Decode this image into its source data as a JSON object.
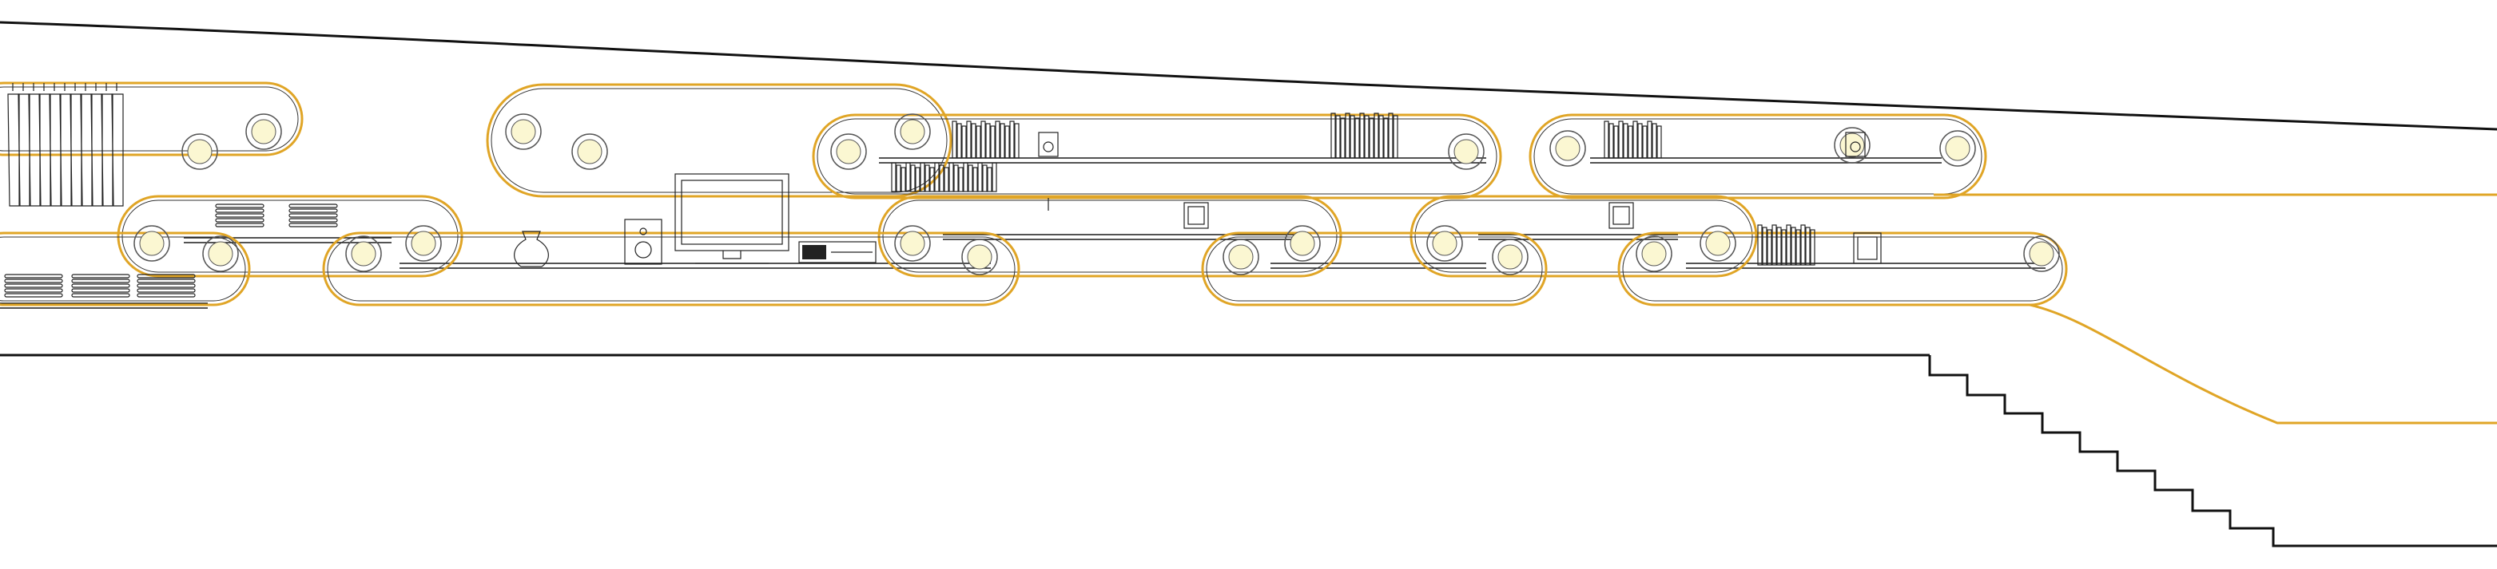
{
  "colors": {
    "line": "#111111",
    "belt": "#e0a526",
    "lamp_fill": "#fbf7d2",
    "lamp_stroke": "#555555",
    "paper": "#ffffff"
  },
  "elements": {
    "roof_line": "roof-profile",
    "floor_line": "floor-profile",
    "staircase": "staircase",
    "conveyor_belts": "belt-loops",
    "shelf_items": [
      "clothes-rack",
      "stacked-plates",
      "vase",
      "speaker",
      "tv-monitor",
      "stereo",
      "book-row",
      "picture-frame"
    ]
  }
}
